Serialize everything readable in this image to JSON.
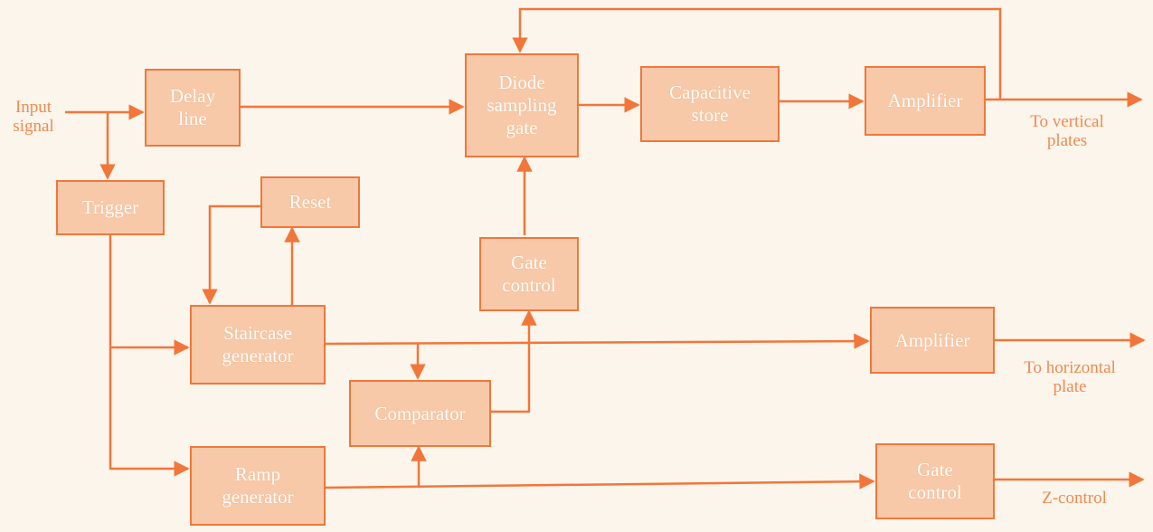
{
  "colors": {
    "line": "#f2763a",
    "block_fill": "#f7c9a8",
    "block_text": "#ffffff",
    "label_text": "#f08a50",
    "background": "#fbf5ec"
  },
  "blocks": {
    "delay_line": "Delay\nline",
    "diode_sampling_gate": "Diode\nsampling\ngate",
    "capacitive_store": "Capacitive\nstore",
    "amplifier_vertical": "Amplifier",
    "trigger": "Trigger",
    "reset": "Reset",
    "gate_control_upper": "Gate\ncontrol",
    "staircase_generator": "Staircase\ngenerator",
    "amplifier_horizontal": "Amplifier",
    "comparator": "Comparator",
    "ramp_generator": "Ramp\ngenerator",
    "gate_control_lower": "Gate\ncontrol"
  },
  "labels": {
    "input_signal": "Input\nsignal",
    "to_vertical_plates": "To vertical\nplates",
    "to_horizontal_plate": "To horizontal\nplate",
    "z_control": "Z-control"
  }
}
